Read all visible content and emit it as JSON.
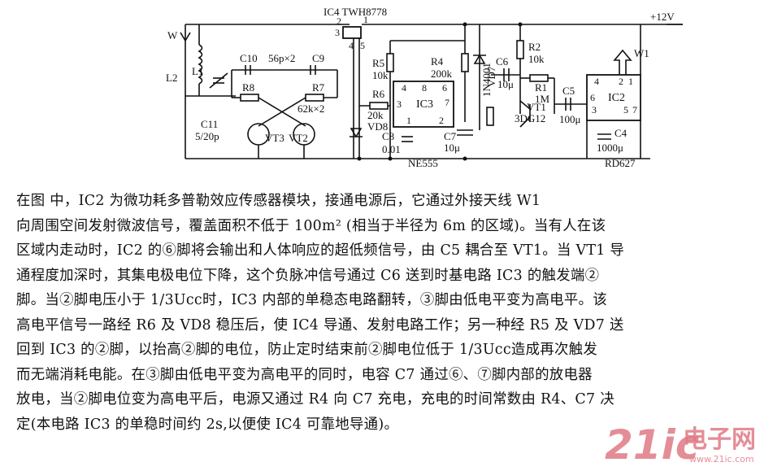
{
  "schematic": {
    "labels": {
      "ic4_title": "IC4  TWH8778",
      "vcc": "+12V",
      "antenna_w": "W",
      "antenna_w1": "W1",
      "l1": "L1",
      "l2": "L2",
      "c10": "C10",
      "c9": "C9",
      "c10_c9_value": "56p×2",
      "r8": "R8",
      "r7": "R7",
      "r7_r8_value": "62k×2",
      "c11": "C11",
      "c11_value": "5/20p",
      "vt3": "VT3",
      "vt2": "VT2",
      "r5": "R5",
      "r5_value": "10k",
      "r6": "R6",
      "r6_value": "20k",
      "vd8": "VD8",
      "c8": "C8",
      "c8_value": "0.01",
      "r4": "R4",
      "r4_value": "200k",
      "d_1n4001": "1N4001",
      "vd7": "VD7",
      "c7": "C7",
      "c7_value": "10μ",
      "ic3": "IC3",
      "ne555": "NE555",
      "c6": "C6",
      "c6_value": "10μ",
      "r2": "R2",
      "r2_value": "10k",
      "r1": "R1",
      "r1_value": "1M",
      "vt1": "VT1",
      "vt1_part": "3DG12",
      "c5": "C5",
      "c5_value": "100μ",
      "ic2": "IC2",
      "c4": "C4",
      "c4_value": "1000μ",
      "rd627": "RD627",
      "pin_2": "2",
      "pin_3": "3",
      "pin_1": "1",
      "pin_4": "4",
      "pin_5": "5",
      "pin_6": "6",
      "pin_7": "7",
      "pin_8": "8"
    }
  },
  "article": {
    "lines": [
      "在图    中，IC2 为微功耗多普勒效应传感器模块，接通电源后，它通过外接天线 W1",
      "向周围空间发射微波信号，覆盖面积不低于 100m² (相当于半径为 6m 的区域)。当有人在该",
      "区域内走动时，IC2 的⑥脚将会输出和人体响应的超低频信号，由 C5 耦合至 VT1。当 VT1 导",
      "通程度加深时，其集电极电位下降，这个负脉冲信号通过 C6 送到时基电路 IC3 的触发端②",
      "脚。当②脚电压小于 1/3Ucc时，IC3 内部的单稳态电路翻转，③脚由低电平变为高电平。该",
      "高电平信号一路经 R6 及 VD8 稳压后，使 IC4 导通、发射电路工作；另一种经 R5 及 VD7 送",
      "回到 IC3 的②脚，以抬高②脚的电位，防止定时结束前②脚电位低于 1/3Ucc造成再次触发",
      "而无端消耗电能。在③脚由低电平变为高电平的同时，电容 C7 通过⑥、⑦脚内部的放电器",
      "放电，当②脚电位变为高电平后，电源又通过 R4 向 C7 充电，充电的时间常数由 R4、C7 决",
      "定(本电路 IC3 的单稳时间约 2s,以便使 IC4 可靠地导通)。"
    ]
  },
  "watermark": {
    "logo": "21ic",
    "cn": "电子网",
    "url": "www.21ic.com"
  }
}
